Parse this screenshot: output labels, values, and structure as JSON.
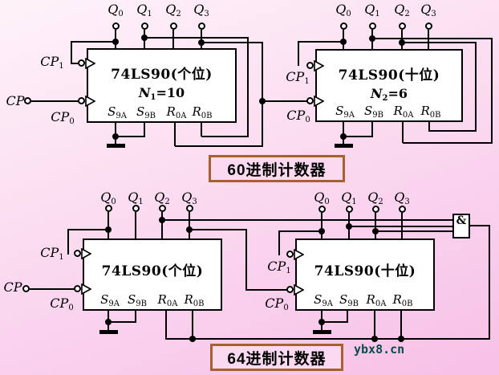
{
  "colors": {
    "caption_border": "#a5622d",
    "watermark_text": "#0a4c4c",
    "wire": "#000000",
    "background_top": "#fef3f9",
    "background_bottom": "#f7c0e7"
  },
  "watermark": "ybx8.cn",
  "top_circuit": {
    "caption": "60进制计数器",
    "cp_input": {
      "b": "CP"
    },
    "chips": [
      {
        "title": "74LS90(个位)",
        "subtitle": {
          "b": "N",
          "s": "1",
          "rest": "=10"
        },
        "cp1": {
          "b": "CP",
          "s": "1"
        },
        "cp0": {
          "b": "CP",
          "s": "0"
        },
        "q_labels": [
          {
            "b": "Q",
            "s": "0"
          },
          {
            "b": "Q",
            "s": "1"
          },
          {
            "b": "Q",
            "s": "2"
          },
          {
            "b": "Q",
            "s": "3"
          }
        ],
        "pins": [
          {
            "b": "S",
            "s": "9A"
          },
          {
            "b": "S",
            "s": "9B"
          },
          {
            "b": "R",
            "s": "0A"
          },
          {
            "b": "R",
            "s": "0B"
          }
        ]
      },
      {
        "title": "74LS90(十位)",
        "subtitle": {
          "b": "N",
          "s": "2",
          "rest": "=6"
        },
        "cp1": {
          "b": "CP",
          "s": "1"
        },
        "cp0": {
          "b": "CP",
          "s": "0"
        },
        "q_labels": [
          {
            "b": "Q",
            "s": "0"
          },
          {
            "b": "Q",
            "s": "1"
          },
          {
            "b": "Q",
            "s": "2"
          },
          {
            "b": "Q",
            "s": "3"
          }
        ],
        "pins": [
          {
            "b": "S",
            "s": "9A"
          },
          {
            "b": "S",
            "s": "9B"
          },
          {
            "b": "R",
            "s": "0A"
          },
          {
            "b": "R",
            "s": "0B"
          }
        ]
      }
    ]
  },
  "bottom_circuit": {
    "caption": "64进制计数器",
    "and_gate_label": "&",
    "cp_input": {
      "b": "CP"
    },
    "chips": [
      {
        "title": "74LS90(个位)",
        "cp1": {
          "b": "CP",
          "s": "1"
        },
        "cp0": {
          "b": "CP",
          "s": "0"
        },
        "q_labels": [
          {
            "b": "Q",
            "s": "0"
          },
          {
            "b": "Q",
            "s": "1"
          },
          {
            "b": "Q",
            "s": "2"
          },
          {
            "b": "Q",
            "s": "3"
          }
        ],
        "pins": [
          {
            "b": "S",
            "s": "9A"
          },
          {
            "b": "S",
            "s": "9B"
          },
          {
            "b": "R",
            "s": "0A"
          },
          {
            "b": "R",
            "s": "0B"
          }
        ]
      },
      {
        "title": "74LS90(十位)",
        "cp1": {
          "b": "CP",
          "s": "1"
        },
        "cp0": {
          "b": "CP",
          "s": "0"
        },
        "q_labels": [
          {
            "b": "Q",
            "s": "0"
          },
          {
            "b": "Q",
            "s": "1"
          },
          {
            "b": "Q",
            "s": "2"
          },
          {
            "b": "Q",
            "s": "3"
          }
        ],
        "pins": [
          {
            "b": "S",
            "s": "9A"
          },
          {
            "b": "S",
            "s": "9B"
          },
          {
            "b": "R",
            "s": "0A"
          },
          {
            "b": "R",
            "s": "0B"
          }
        ]
      }
    ]
  }
}
